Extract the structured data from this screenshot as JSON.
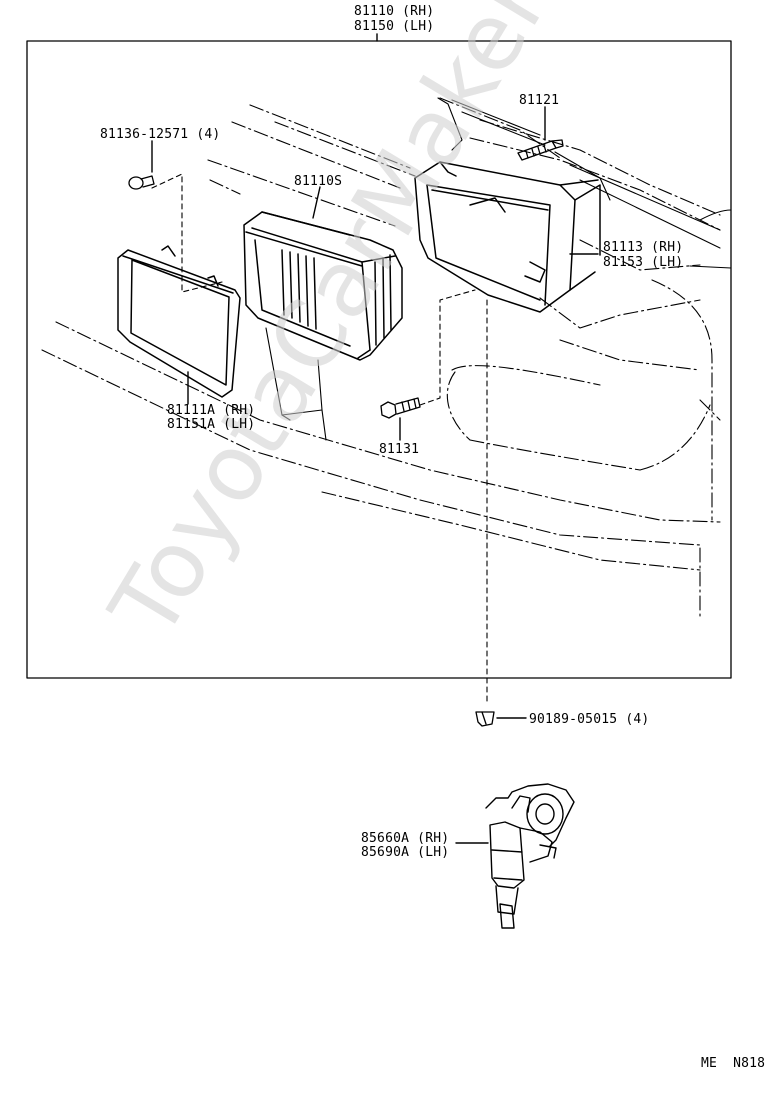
{
  "watermark": "ToyotaCarMaker.ru",
  "diagram_code": "ME  N818",
  "parts": {
    "headlamp_assy_rh": "81110 (RH)",
    "headlamp_assy_lh": "81150 (LH)",
    "screw_set": "81136-12571 (4)",
    "sealed_beam": "81110S",
    "adjust_screw": "81121",
    "housing_rh": "81113 (RH)",
    "housing_lh": "81153 (LH)",
    "retaining_ring_rh": "81111A (RH)",
    "retaining_ring_lh": "81151A (LH)",
    "bolt": "81131",
    "clip": "90189-05015 (4)",
    "actuator_rh": "85660A (RH)",
    "actuator_lh": "85690A (LH)"
  }
}
